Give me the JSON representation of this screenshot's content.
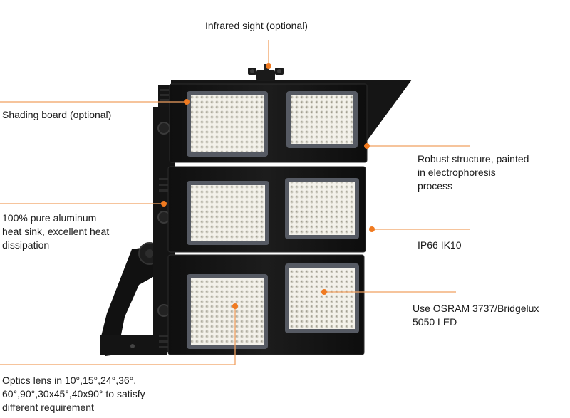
{
  "callouts": {
    "infrared": {
      "lines": [
        "Infrared sight (optional)"
      ]
    },
    "shading": {
      "lines": [
        "Shading board (optional)"
      ]
    },
    "structure": {
      "lines": [
        "Robust structure, painted",
        "in electrophoresis",
        "process"
      ]
    },
    "heatsink": {
      "lines": [
        "100% pure aluminum",
        "heat sink, excellent heat",
        "dissipation"
      ]
    },
    "ip_rating": {
      "lines": [
        "IP66 IK10"
      ]
    },
    "led": {
      "lines": [
        "Use OSRAM 3737/Bridgelux",
        "5050 LED"
      ]
    },
    "optics": {
      "lines": [
        "Optics lens in 10°,15°,24°,36°,",
        "60°,90°,30x45°,40x90° to satisfy",
        "different requirement"
      ]
    }
  },
  "colors": {
    "leader": "#f0a060",
    "marker": "#f07a20",
    "housing": "#161616",
    "housing_edge": "#2c2c2c",
    "led_panel": "#f2efe6",
    "lens_frame": "#565a63"
  }
}
